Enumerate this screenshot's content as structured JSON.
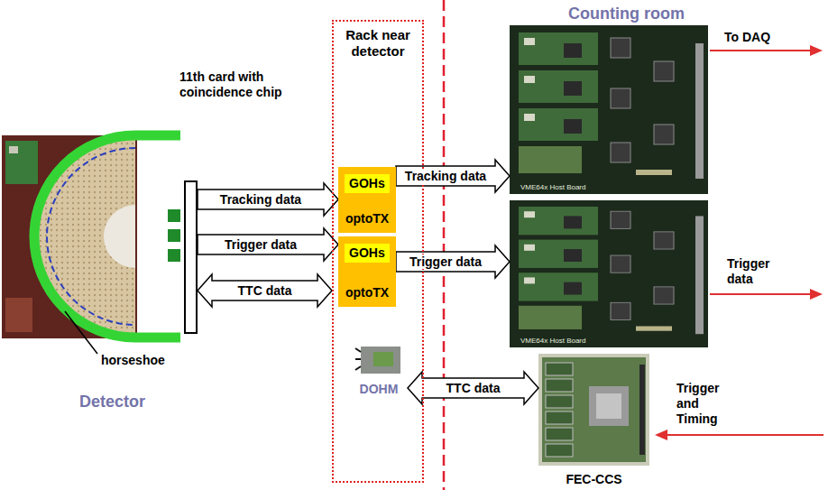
{
  "diagram": {
    "nodes": [
      {
        "text": [
          "11th card with coincidence chip"
        ]
      },
      {
        "text": [
          "Rack near detector"
        ]
      },
      {
        "text": [
          "optoTX"
        ],
        "in": 1
      },
      {
        "text": [
          "GOHs"
        ],
        "in": 2
      },
      {
        "text": [
          "optoTX"
        ],
        "in": 1
      },
      {
        "text": [
          "GOHs"
        ],
        "in": 4
      },
      {
        "text": [
          "DOHM"
        ],
        "in": 1
      },
      {
        "text": [
          "VME64x Host Board"
        ]
      },
      {
        "text": [
          "VME64x Host Board"
        ]
      },
      {
        "text": [
          "FEC-CCS"
        ]
      }
    ],
    "edges": [
      {
        "from": 0,
        "to": 2,
        "label": "Tracking data",
        "arrow": "to"
      },
      {
        "from": 0,
        "to": 4,
        "label": "Trigger data",
        "arrow": "to"
      },
      {
        "from": 0,
        "to": 1,
        "label": "TTC data",
        "arrow": "both"
      },
      {
        "from": 2,
        "to": 7,
        "label": "Tracking data",
        "arrow": "to"
      },
      {
        "from": 4,
        "to": 8,
        "label": "Trigger data",
        "arrow": "to"
      },
      {
        "from": 6,
        "to": 9,
        "label": "TTC data",
        "arrow": "both"
      }
    ],
    "labels": [
      "horseshoe",
      "Detector",
      "Counting room",
      "To DAQ",
      "Trigger data",
      "Trigger and Timing"
    ]
  }
}
